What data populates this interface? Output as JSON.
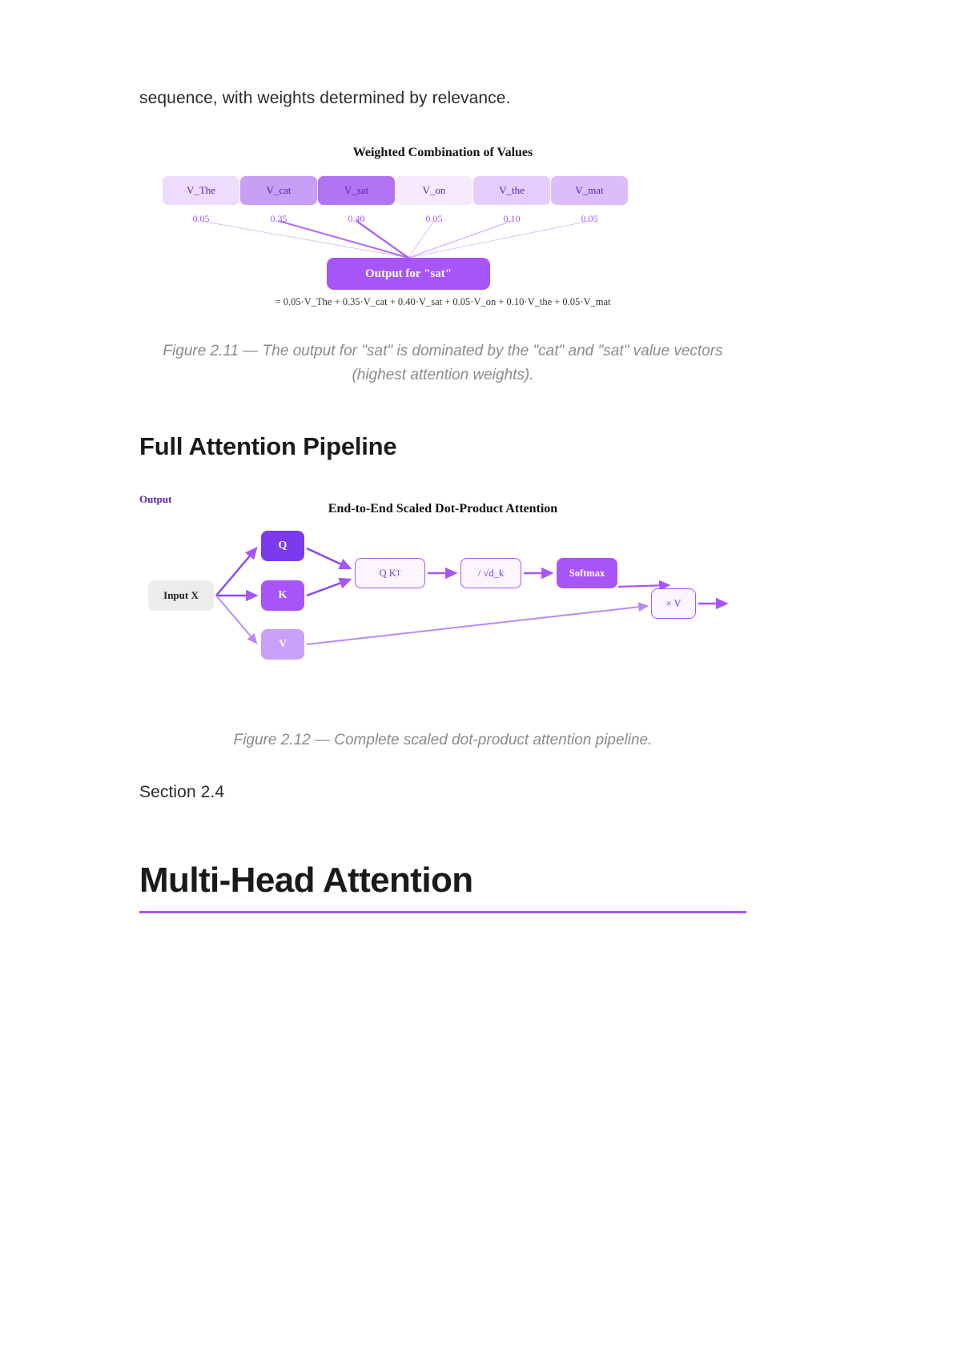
{
  "document": {
    "intro_paragraph": "sequence, with weights determined by relevance.",
    "section_label": "Section 2.4",
    "section_heading": "Full Attention Pipeline",
    "chapter_heading": "Multi-Head Attention"
  },
  "figure_2_11": {
    "title": "Weighted Combination of Values",
    "caption": "Figure 2.11 — The output for \"sat\" is dominated by the \"cat\" and \"sat\" value vectors (highest attention weights).",
    "output_label": "Output for \"sat\"",
    "formula": "= 0.05·V_The + 0.35·V_cat + 0.40·V_sat + 0.05·V_on + 0.10·V_the + 0.05·V_mat",
    "accent_color": "#a855f7",
    "value_boxes": [
      {
        "label": "V_The",
        "weight": "0.05",
        "fill": "#eddcfd"
      },
      {
        "label": "V_cat",
        "weight": "0.35",
        "fill": "#c79ff5"
      },
      {
        "label": "V_sat",
        "weight": "0.40",
        "fill": "#b274f2"
      },
      {
        "label": "V_on",
        "weight": "0.05",
        "fill": "#f5eafe"
      },
      {
        "label": "V_the",
        "weight": "0.10",
        "fill": "#e4cdfc"
      },
      {
        "label": "V_mat",
        "weight": "0.05",
        "fill": "#dbbdfa"
      }
    ]
  },
  "figure_2_12": {
    "title": "End-to-End Scaled Dot-Product Attention",
    "caption": "Figure 2.12 — Complete scaled dot-product attention pipeline.",
    "nodes": {
      "input": "Input X",
      "q": "Q",
      "k": "K",
      "v": "V",
      "qkt": "Q K",
      "qkt_sup": "T",
      "scale": "/ √d_k",
      "softmax": "Softmax",
      "times_v": "× V",
      "output": "Output"
    },
    "colors": {
      "input_fill": "#ececec",
      "q_fill": "#7c3aed",
      "k_fill": "#a855f7",
      "v_fill": "#c9a0f7",
      "box_border": "#a855f7",
      "box_fill": "#faf5ff",
      "arrow": "#a855f7"
    }
  }
}
